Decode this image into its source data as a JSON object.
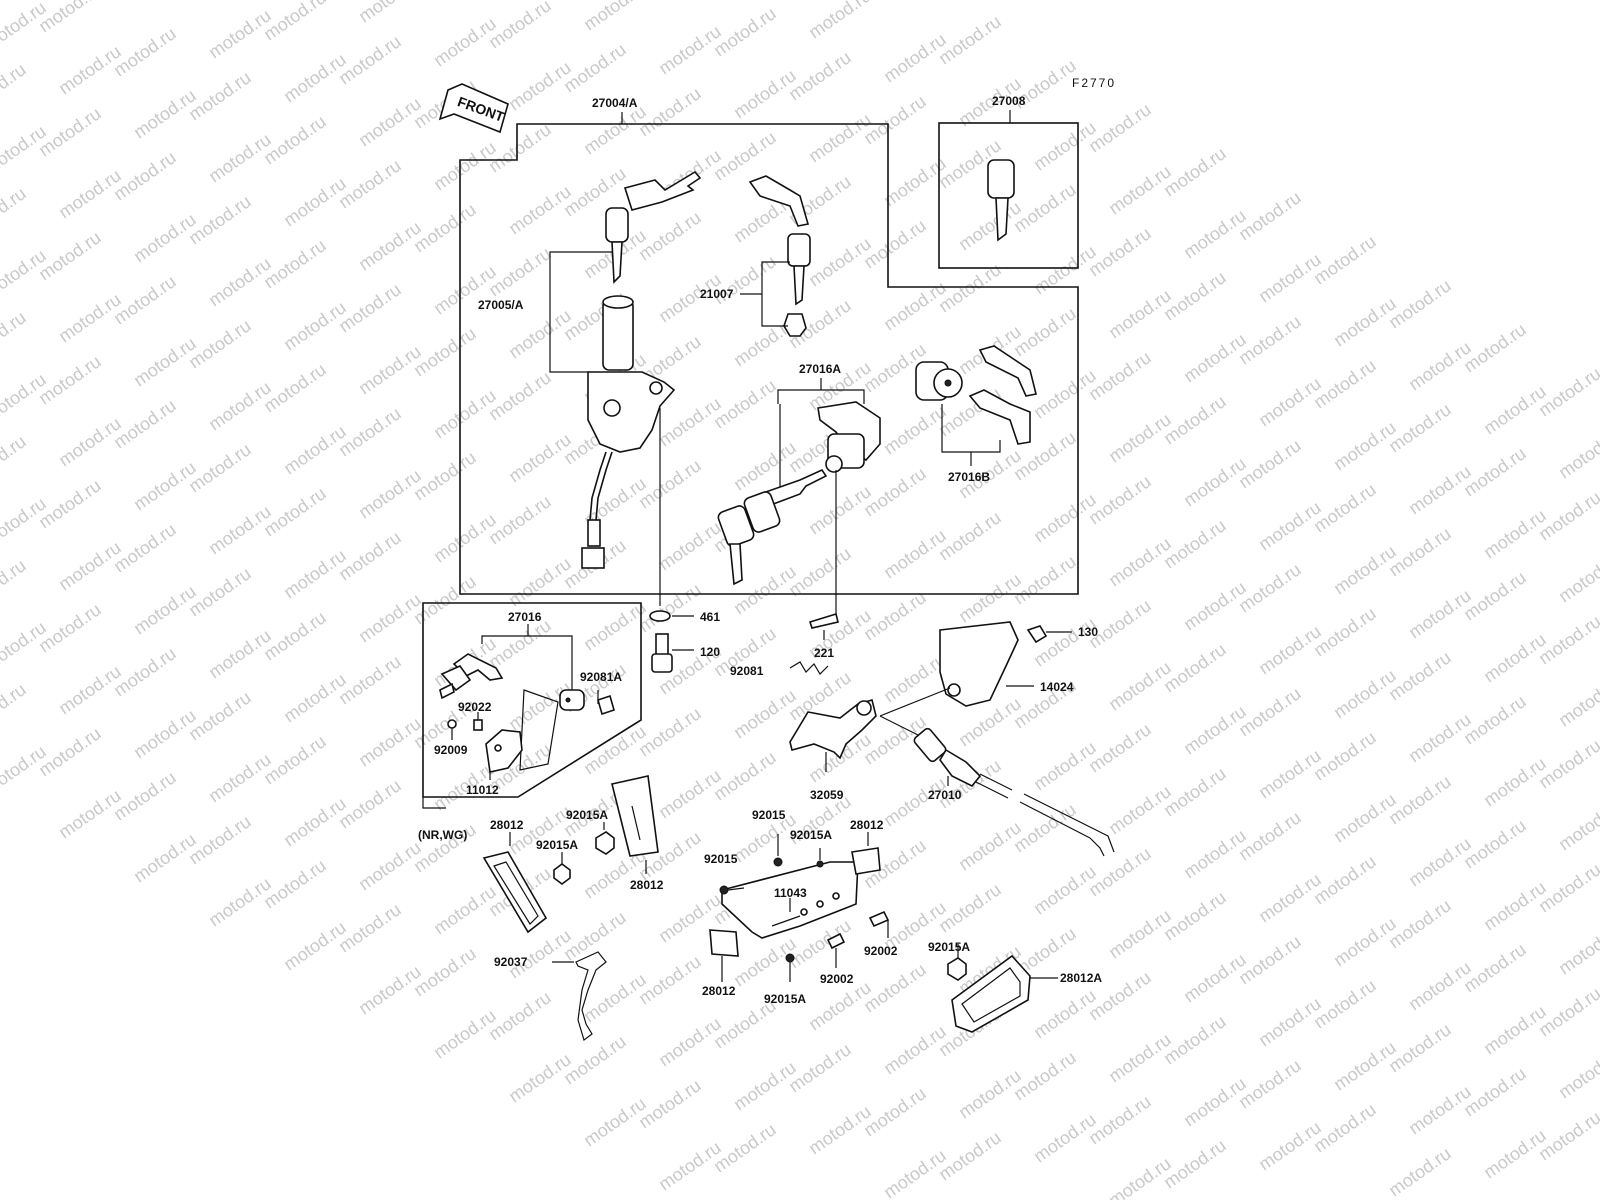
{
  "figure_code": "F2770",
  "front_arrow": "FRONT",
  "watermark": "motod.ru",
  "colors": {
    "ink": "#111111",
    "watermark": "#c9c9c9",
    "background": "#ffffff"
  },
  "callouts": {
    "p27004A": "27004/A",
    "p27008": "27008",
    "p27005A": "27005/A",
    "p21007": "21007",
    "p27016A": "27016A",
    "p27016B": "27016B",
    "p461": "461",
    "p120": "120",
    "p221": "221",
    "p130": "130",
    "p27016": "27016",
    "p92081A": "92081A",
    "p92022": "92022",
    "p92009": "92009",
    "p11012": "11012",
    "p92081": "92081",
    "p14024": "14024",
    "p32059": "32059",
    "p27010": "27010",
    "nrwg": "(NR,WG)",
    "p28012_left": "28012",
    "p92015A_1": "92015A",
    "p92015A_2": "92015A",
    "p28012_mid": "28012",
    "p92015_1": "92015",
    "p92015A_3": "92015A",
    "p28012_right": "28012",
    "p92015_2": "92015",
    "p11043": "11043",
    "p92002_1": "92002",
    "p92002_2": "92002",
    "p28012_bottom": "28012",
    "p92015A_4": "92015A",
    "p92037": "92037",
    "p92015A_5": "92015A",
    "p28012A": "28012A"
  }
}
